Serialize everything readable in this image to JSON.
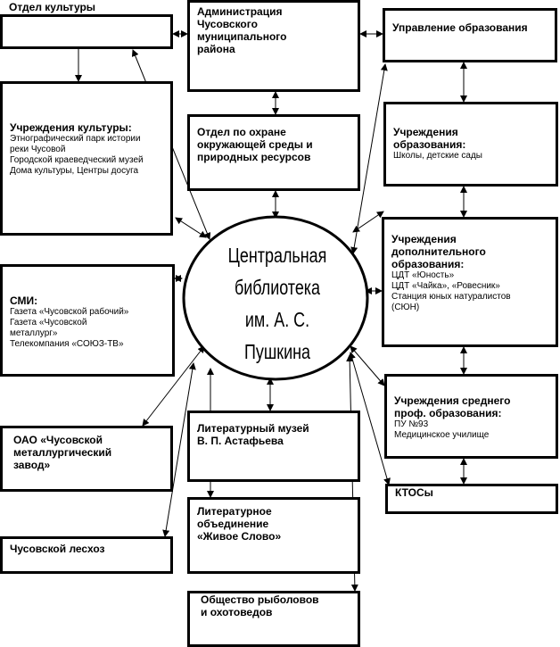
{
  "center": {
    "line1": "Центральная",
    "line2": "библиотека",
    "line3": "им. А. С. Пушкина"
  },
  "boxes": {
    "culture_dept": {
      "title": "Отдел культуры"
    },
    "administration": {
      "title": "Администрация\n           Чусовского\nмуниципального\nрайона"
    },
    "education_mgmt": {
      "title": "Управление образования"
    },
    "culture_institutions": {
      "title": "Учреждения культуры:",
      "lines": "Этнографический парк истории\nреки Чусовой\nГородской краеведческий музей\nДома культуры, Центры досуга"
    },
    "environment_dept": {
      "title": "Отдел по охране\nокружающей среды и\nприродных ресурсов"
    },
    "education_institutions": {
      "title": "Учреждения\nобразования:",
      "lines": "Школы, детские сады"
    },
    "additional_education": {
      "title": "Учреждения\nдополнительного\nобразования:",
      "lines": "ЦДТ «Юность»\nЦДТ «Чайка», «Ровесник»\nСтанция юных натуралистов\n(СЮН)"
    },
    "media": {
      "title": "СМИ:",
      "lines": "Газета «Чусовской рабочий»\n        Газета «Чусовской\n        металлург»\nТелекомпания «СОЮЗ-ТВ»"
    },
    "secondary_prof": {
      "title": "Учреждения среднего\nпроф. образования:",
      "lines": "ПУ №93\nМедицинское училище"
    },
    "metallurgical_plant": {
      "title": "ОАО «Чусовской\n    металлургический\n    завод»"
    },
    "literary_museum": {
      "title": "Литературный музей\n          В. П. Астафьева"
    },
    "ktos": {
      "title": "КТОСы"
    },
    "literary_association": {
      "title": "Литературное\nобъединение\n          «Живое Слово»"
    },
    "forestry": {
      "title": "Чусовской лесхоз"
    },
    "fishermen_society": {
      "title": "Общество рыболовов\n        и охотоведов"
    }
  }
}
